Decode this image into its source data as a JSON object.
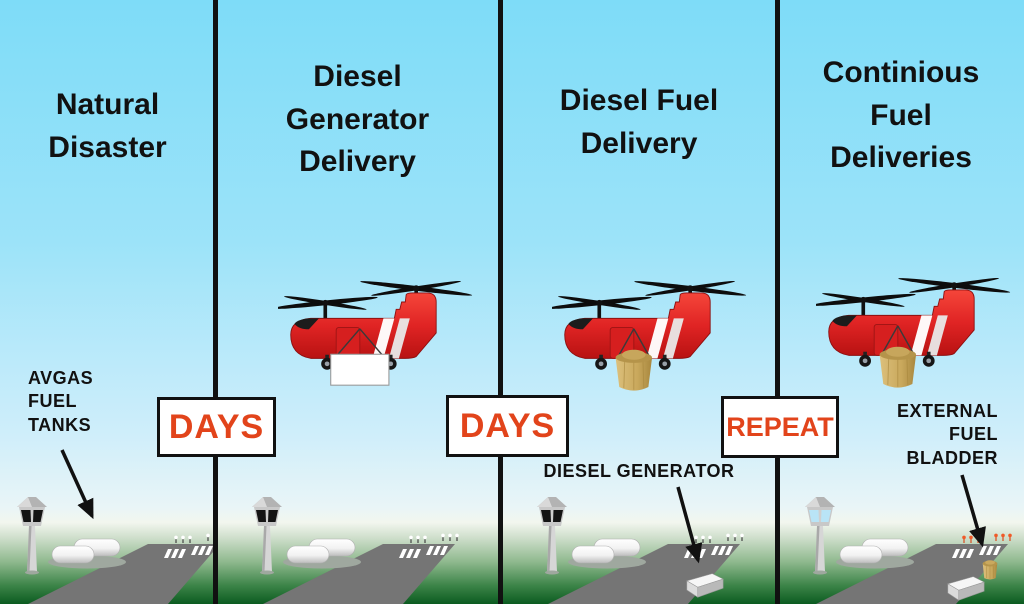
{
  "panels": [
    {
      "id": "natural-disaster",
      "title": "Natural Disaster",
      "annotation": {
        "lines": [
          "AVGAS",
          "FUEL",
          "TANKS"
        ]
      }
    },
    {
      "id": "diesel-generator-delivery",
      "title": "Diesel Generator Delivery",
      "helicopter": {
        "type": "tandem-rotor-helicopter",
        "load": "generator-crate"
      }
    },
    {
      "id": "diesel-fuel-delivery",
      "title": "Diesel Fuel Delivery",
      "helicopter": {
        "type": "tandem-rotor-helicopter",
        "load": "fuel-bucket"
      },
      "annotation": {
        "lines": [
          "DIESEL GENERATOR"
        ]
      }
    },
    {
      "id": "continuous-fuel-deliveries",
      "title": "Continious Fuel Deliveries",
      "helicopter": {
        "type": "tandem-rotor-helicopter",
        "load": "fuel-bucket"
      },
      "annotation": {
        "lines": [
          "EXTERNAL",
          "FUEL",
          "BLADDER"
        ]
      }
    }
  ],
  "milestones": [
    {
      "label": "DAYS"
    },
    {
      "label": "DAYS"
    },
    {
      "label": "REPEAT"
    }
  ],
  "scene": {
    "items": [
      "control-tower-icon",
      "fuel-tanks-icon",
      "runway-icon",
      "approach-lights-icon"
    ]
  },
  "colors": {
    "accent": "#e2441b",
    "sky_top": "#7edcf8",
    "ground_dark": "#0b5b20",
    "helicopter_red": "#e02424",
    "bucket_tan": "#c9a85c"
  }
}
